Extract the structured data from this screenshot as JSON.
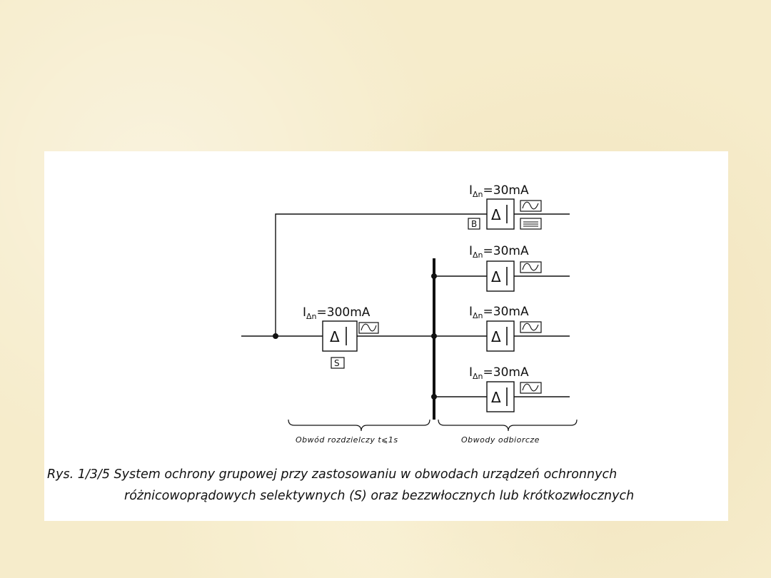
{
  "diagram": {
    "ratings": {
      "main_prefix": "I",
      "main_sub": "Δn",
      "main_value": "=300mA",
      "branch_prefix": "I",
      "branch_sub": "Δn",
      "branch_value": "=30mA"
    },
    "delta_symbol": "Δ",
    "marks": {
      "selective": "S",
      "type_b": "B"
    },
    "brace_labels": {
      "distribution": "Obwód rozdzielczy t⩽1s",
      "receivers": "Obwody odbiorcze"
    }
  },
  "caption": {
    "line1": "Rys. 1/3/5 System ochrony grupowej przy zastosowaniu w obwodach urządzeń ochronnych",
    "line2": "różnicowoprądowych selektywnych (S) oraz bezzwłocznych lub krótkozwłocznych"
  }
}
